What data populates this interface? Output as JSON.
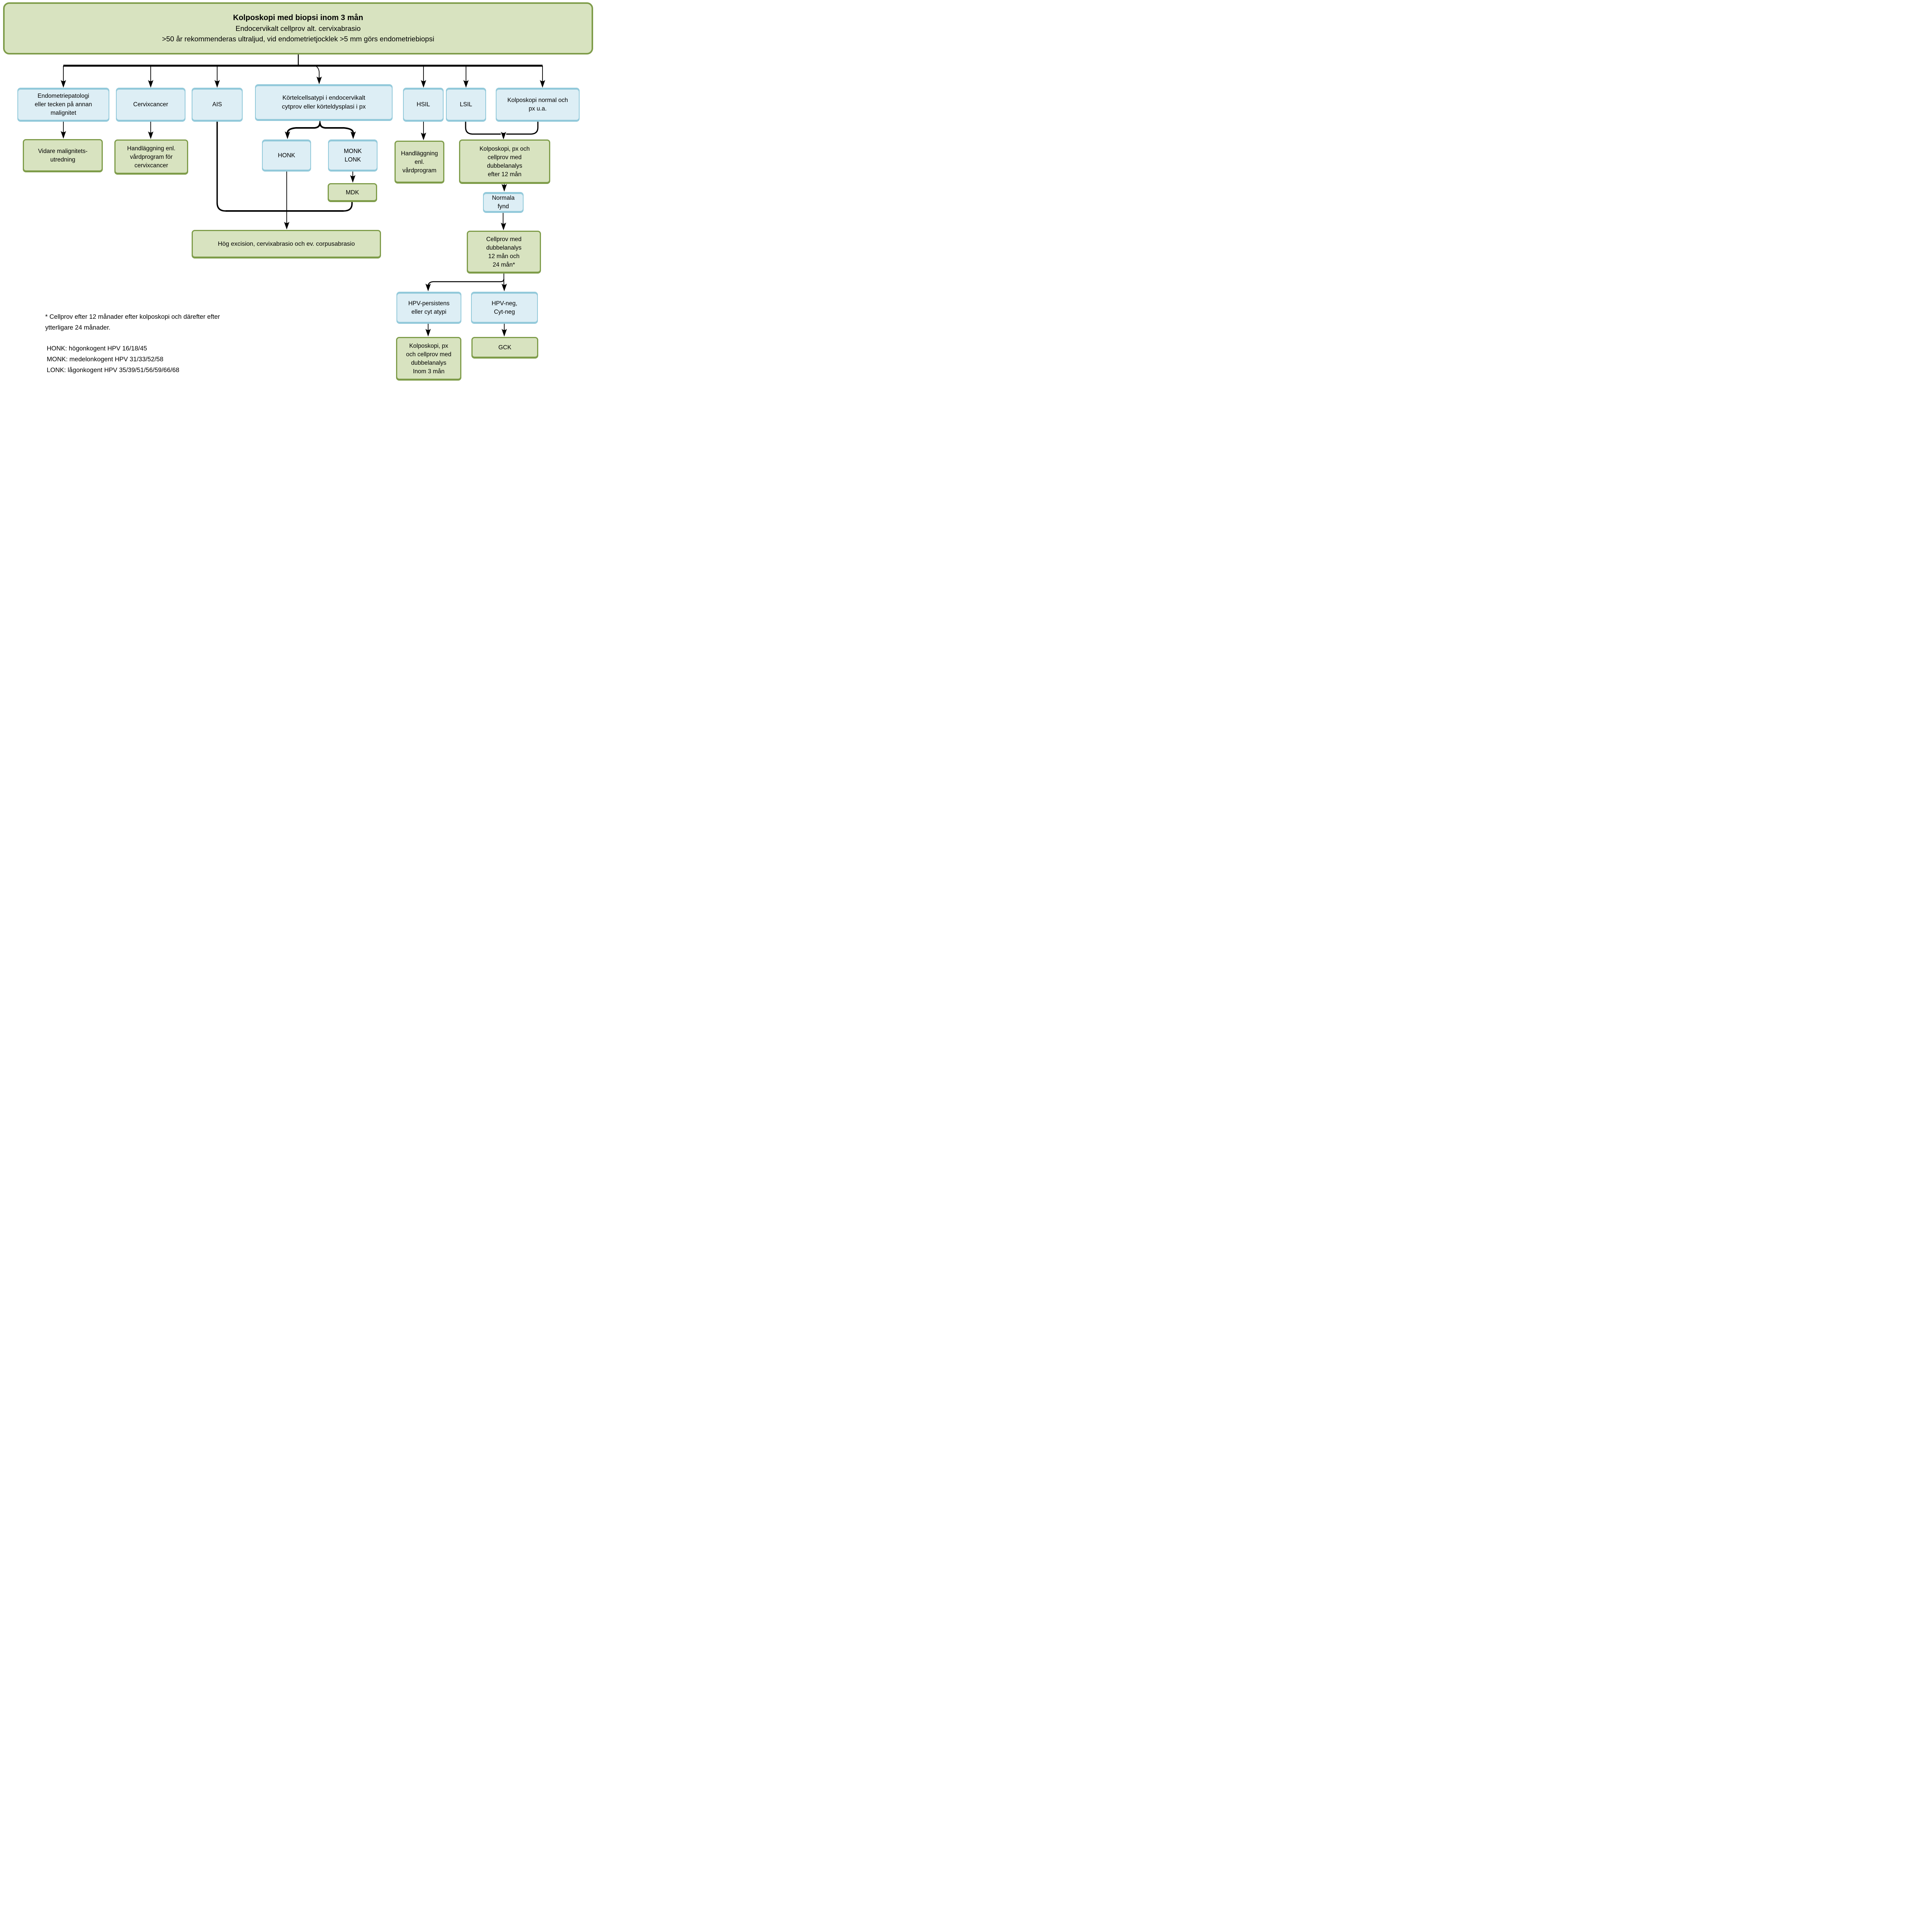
{
  "colors": {
    "green_fill": "#d8e3c0",
    "green_border": "#7e9c49",
    "blue_fill": "#ddeef5",
    "blue_border": "#92c9da",
    "line": "#000000"
  },
  "title_box": {
    "line1": "Kolposkopi med biopsi inom 3 mån",
    "line2": "Endocervikalt cellprov alt. cervixabrasio",
    "line3": ">50 år rekommenderas ultraljud, vid endometrietjocklek >5 mm görs endometriebiopsi"
  },
  "nodes": {
    "endometriepatologi": {
      "text": "Endometriepatologi\neller tecken på annan\nmalignitet"
    },
    "cervixcancer": {
      "text": "Cervixcancer"
    },
    "ais": {
      "text": "AIS"
    },
    "kortelcellsatypi": {
      "text": "Körtelcellsatypi i endocervikalt\ncytprov eller körteldysplasi i px"
    },
    "hsil": {
      "text": "HSIL"
    },
    "lsil": {
      "text": "LSIL"
    },
    "kolposkopi_normal": {
      "text": "Kolposkopi normal och\npx u.a."
    },
    "vidare_malignitetsutredning": {
      "text": "Vidare malignitets-\nutredning"
    },
    "handlaggning_cervixcancer": {
      "text": "Handläggning enl.\nvårdprogram för\ncervixcancer"
    },
    "honk": {
      "text": "HONK"
    },
    "monk_lonk": {
      "text": "MONK\nLONK"
    },
    "mdk": {
      "text": "MDK"
    },
    "handlaggning_vardprogram": {
      "text": "Handläggning\nenl.\nvårdprogram"
    },
    "kolposkopi_dubbelanalys_12": {
      "text": "Kolposkopi, px och\ncellprov med\ndubbelanalys\nefter 12 mån"
    },
    "normala_fynd": {
      "text": "Normala\nfynd"
    },
    "cellprov_12_24": {
      "text": "Cellprov med\ndubbelanalys\n12 mån och\n24 mån*"
    },
    "hog_excision": {
      "text": "Hög excision, cervixabrasio och ev. corpusabrasio"
    },
    "hpv_persistens": {
      "text": "HPV-persistens\neller cyt atypi"
    },
    "hpv_neg": {
      "text": "HPV-neg,\nCyt-neg"
    },
    "kolposkopi_inom_3": {
      "text": "Kolposkopi, px\noch cellprov med\ndubbelanalys\nInom 3 mån"
    },
    "gck": {
      "text": "GCK"
    }
  },
  "footnote": {
    "asterisk": "* Cellprov efter 12 månader efter kolposkopi och därefter efter\nytterligare 24 månader.",
    "legend": "HONK: högonkogent HPV 16/18/45\nMONK: medelonkogent HPV 31/33/52/58\nLONK: lågonkogent HPV 35/39/51/56/59/66/68"
  }
}
